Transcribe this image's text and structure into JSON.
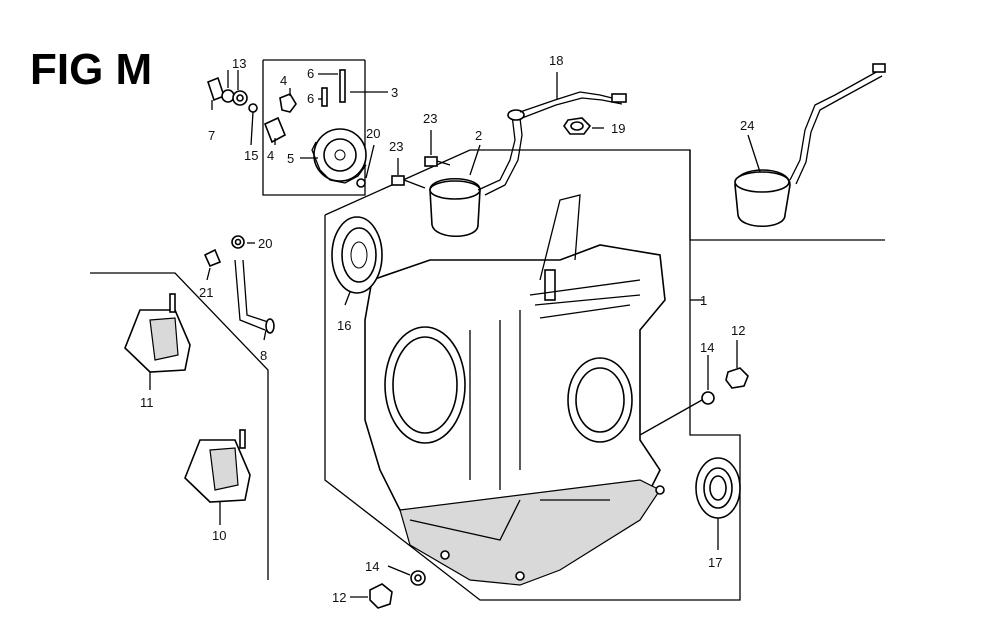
{
  "figure": {
    "title": "FIG M"
  },
  "callouts": [
    {
      "id": "c1",
      "text": "1"
    },
    {
      "id": "c2",
      "text": "2"
    },
    {
      "id": "c3",
      "text": "3"
    },
    {
      "id": "c4a",
      "text": "4"
    },
    {
      "id": "c4b",
      "text": "4"
    },
    {
      "id": "c5",
      "text": "5"
    },
    {
      "id": "c6a",
      "text": "6"
    },
    {
      "id": "c6b",
      "text": "6"
    },
    {
      "id": "c7",
      "text": "7"
    },
    {
      "id": "c8",
      "text": "8"
    },
    {
      "id": "c10",
      "text": "10"
    },
    {
      "id": "c11",
      "text": "11"
    },
    {
      "id": "c12a",
      "text": "12"
    },
    {
      "id": "c12b",
      "text": "12"
    },
    {
      "id": "c13",
      "text": "13"
    },
    {
      "id": "c14a",
      "text": "14"
    },
    {
      "id": "c14b",
      "text": "14"
    },
    {
      "id": "c15",
      "text": "15"
    },
    {
      "id": "c16",
      "text": "16"
    },
    {
      "id": "c17",
      "text": "17"
    },
    {
      "id": "c18",
      "text": "18"
    },
    {
      "id": "c19",
      "text": "19"
    },
    {
      "id": "c20a",
      "text": "20"
    },
    {
      "id": "c20b",
      "text": "20"
    },
    {
      "id": "c21",
      "text": "21"
    },
    {
      "id": "c23a",
      "text": "23"
    },
    {
      "id": "c23b",
      "text": "23"
    },
    {
      "id": "c24",
      "text": "24"
    }
  ]
}
